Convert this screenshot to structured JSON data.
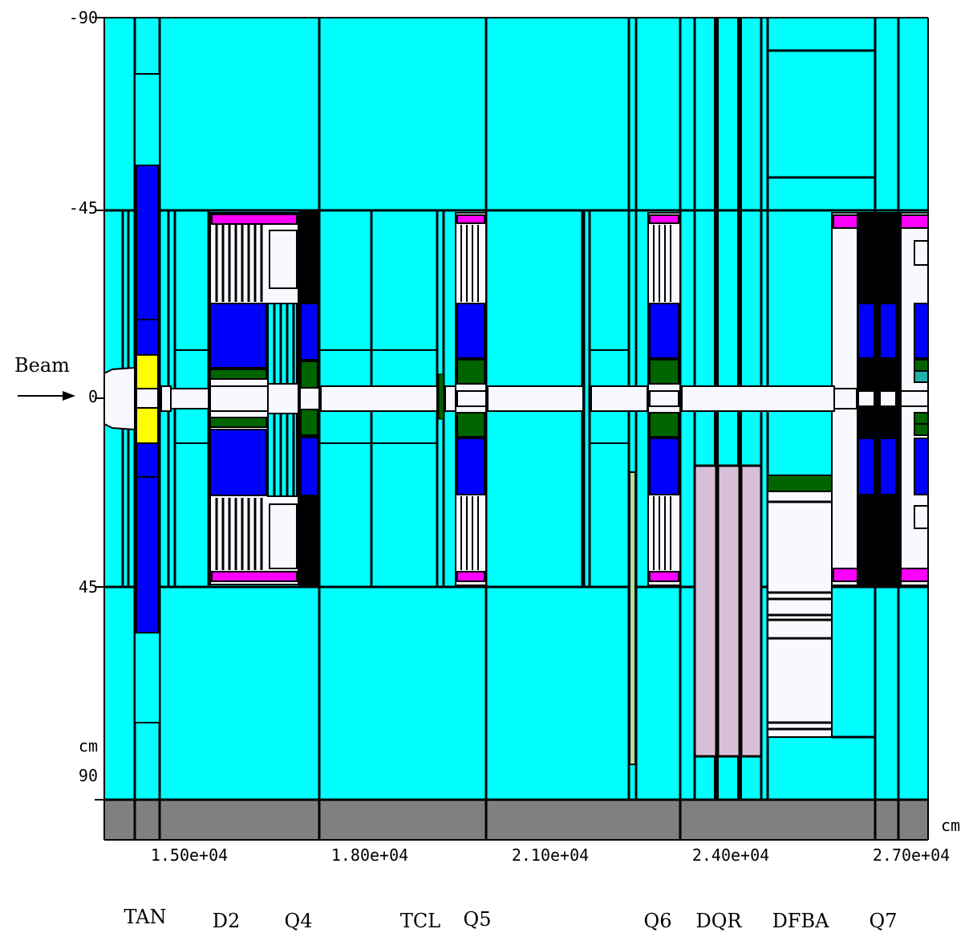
{
  "y_axis": {
    "ticks": [
      "-90",
      "-45",
      "0",
      "45",
      "90"
    ],
    "unit": "cm"
  },
  "x_axis": {
    "ticks": [
      "1.50e+04",
      "1.80e+04",
      "2.10e+04",
      "2.40e+04",
      "2.70e+04"
    ],
    "unit": "cm"
  },
  "beam_label": "Beam",
  "elements": [
    "TAN",
    "D2",
    "Q4",
    "TCL",
    "Q5",
    "Q6",
    "DQR",
    "DFBA",
    "Q7"
  ],
  "colors": {
    "background_material": "#00ffff",
    "tunnel_floor": "#808080",
    "coil": "#0000ff",
    "absorber_insert": "#ffff00",
    "collar": "#ff00ff",
    "shield_ring": "#006400",
    "vacuum": "#f8f8ff",
    "support": "#d8bfd8",
    "outline": "#000000"
  }
}
